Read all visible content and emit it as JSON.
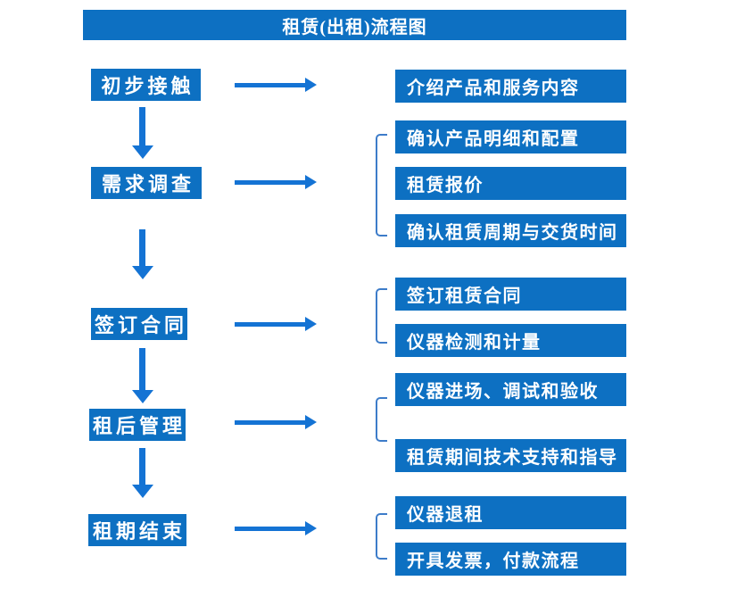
{
  "title": "租赁(出租)流程图",
  "colors": {
    "box_blue": "#0d70c2",
    "arrow_blue": "#1473d4",
    "bracket_blue": "#3d7cc9",
    "text_white": "#ffffff",
    "background": "#ffffff"
  },
  "steps": [
    {
      "label": "初步接触",
      "details": [
        "介绍产品和服务内容"
      ]
    },
    {
      "label": "需求调查",
      "details": [
        "确认产品明细和配置",
        "租赁报价",
        "确认租赁周期与交货时间"
      ]
    },
    {
      "label": "签订合同",
      "details": [
        "签订租赁合同",
        "仪器检测和计量"
      ]
    },
    {
      "label": "租后管理",
      "details": [
        "仪器进场、调试和验收",
        "租赁期间技术支持和指导"
      ]
    },
    {
      "label": "租期结束",
      "details": [
        "仪器退租",
        "开具发票，付款流程"
      ]
    }
  ]
}
